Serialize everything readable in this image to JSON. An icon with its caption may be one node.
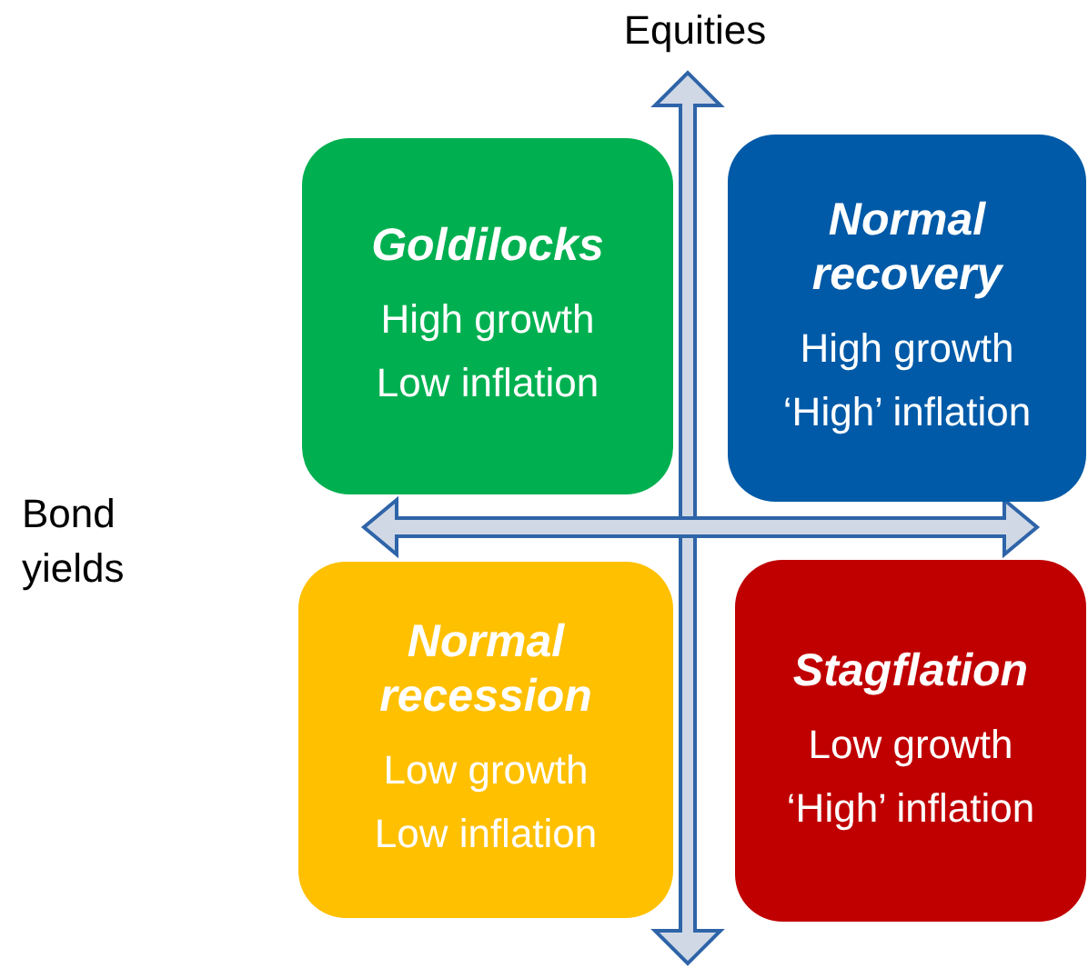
{
  "diagram": {
    "nodes": [
      {
        "text": [
          "Goldilocks",
          "High growth",
          "Low inflation"
        ]
      },
      {
        "text": [
          "Normal recovery",
          "High growth",
          "‘High’ inflation"
        ]
      },
      {
        "text": [
          "Normal recession",
          "Low growth",
          "Low inflation"
        ]
      },
      {
        "text": [
          "Stagflation",
          "Low growth",
          "‘High’ inflation"
        ]
      }
    ],
    "labels": [
      "Equities",
      "Bond yields"
    ]
  }
}
